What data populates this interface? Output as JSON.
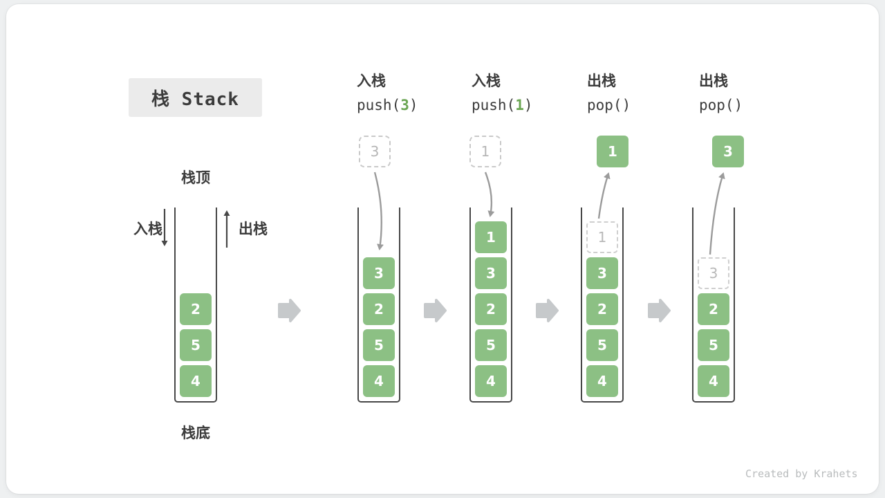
{
  "title": {
    "text": "栈 Stack"
  },
  "colors": {
    "cell_green": "#8cc084",
    "code_arg_green": "#6aa552",
    "ghost_border": "#cfcfcf",
    "ghost_text": "#b8b8b8",
    "flow_arrow_gray": "#c6c9cb",
    "curve_arrow_gray": "#9b9b9b",
    "text_dark": "#3b3b3b"
  },
  "initial_stack": {
    "top_label": "栈顶",
    "bottom_label": "栈底",
    "push_label": "入栈",
    "pop_label": "出栈",
    "cells": [
      "2",
      "5",
      "4"
    ]
  },
  "steps": [
    {
      "id": "push-3",
      "title": "入栈",
      "code_pre": "push(",
      "code_arg": "3",
      "code_post": ")",
      "floating": {
        "value": "3",
        "variant": "dashed"
      },
      "cells": [
        {
          "v": "3"
        },
        {
          "v": "2"
        },
        {
          "v": "5"
        },
        {
          "v": "4"
        }
      ]
    },
    {
      "id": "push-1",
      "title": "入栈",
      "code_pre": "push(",
      "code_arg": "1",
      "code_post": ")",
      "floating": {
        "value": "1",
        "variant": "dashed"
      },
      "cells": [
        {
          "v": "1"
        },
        {
          "v": "3"
        },
        {
          "v": "2"
        },
        {
          "v": "5"
        },
        {
          "v": "4"
        }
      ]
    },
    {
      "id": "pop-1",
      "title": "出栈",
      "code_pre": "pop()",
      "code_arg": "",
      "code_post": "",
      "floating": {
        "value": "1",
        "variant": "solid"
      },
      "cells": [
        {
          "v": "1",
          "ghost": true
        },
        {
          "v": "3"
        },
        {
          "v": "2"
        },
        {
          "v": "5"
        },
        {
          "v": "4"
        }
      ]
    },
    {
      "id": "pop-3",
      "title": "出栈",
      "code_pre": "pop()",
      "code_arg": "",
      "code_post": "",
      "floating": {
        "value": "3",
        "variant": "solid"
      },
      "cells": [
        {
          "v": "3",
          "ghost": true
        },
        {
          "v": "2"
        },
        {
          "v": "5"
        },
        {
          "v": "4"
        }
      ]
    }
  ],
  "watermark": "Created by Krahets"
}
